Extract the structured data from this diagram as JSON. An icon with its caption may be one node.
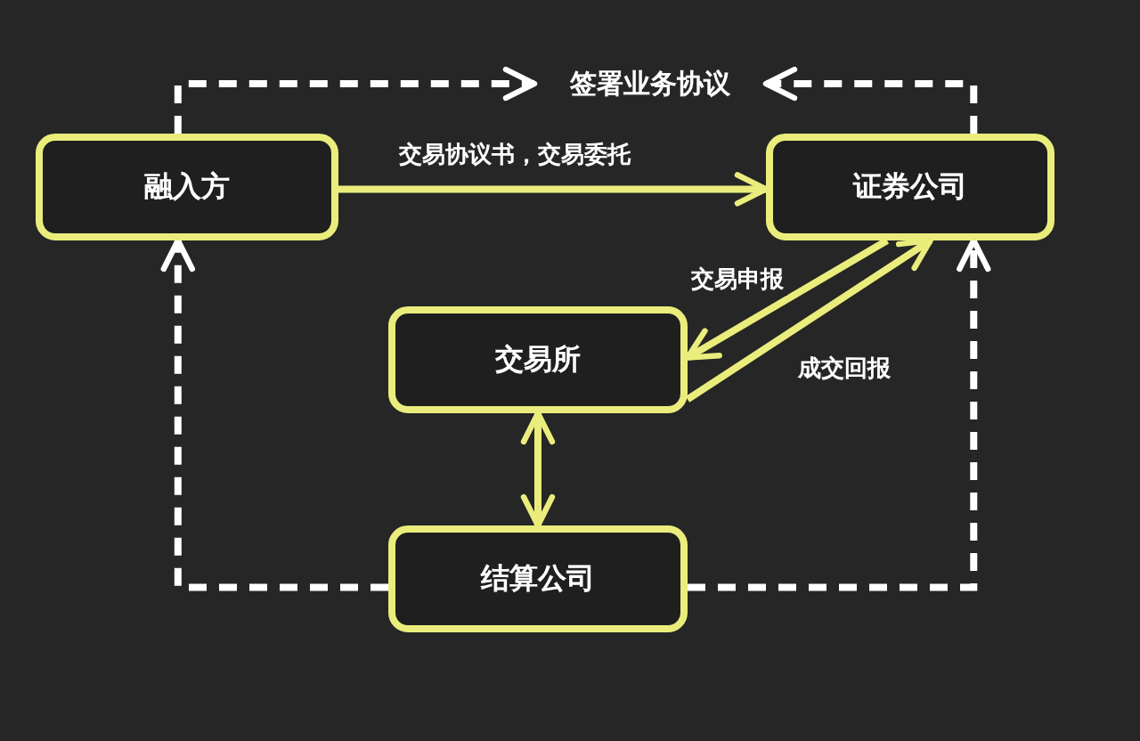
{
  "diagram": {
    "nodes": [
      {
        "text": [
          "融入方"
        ]
      },
      {
        "text": [
          "证券公司"
        ]
      },
      {
        "text": [
          "交易所"
        ]
      },
      {
        "text": [
          "结算公司"
        ]
      },
      {
        "text": [
          "签署业务协议"
        ]
      }
    ],
    "edges": [
      {
        "from": 0,
        "to": 4,
        "arrow": "to",
        "style": "dashed",
        "color": "#ffffff"
      },
      {
        "from": 1,
        "to": 4,
        "arrow": "to",
        "style": "dashed",
        "color": "#ffffff"
      },
      {
        "from": 0,
        "to": 1,
        "arrow": "to",
        "label": "交易协议书，交易委托",
        "color": "#eaed7c"
      },
      {
        "from": 1,
        "to": 2,
        "arrow": "to",
        "label": "交易申报",
        "color": "#eaed7c"
      },
      {
        "from": 2,
        "to": 1,
        "arrow": "to",
        "label": "成交回报",
        "color": "#eaed7c"
      },
      {
        "from": 2,
        "to": 3,
        "arrow": "both",
        "color": "#eaed7c"
      },
      {
        "from": 3,
        "to": 0,
        "arrow": "to",
        "style": "dashed",
        "color": "#ffffff"
      },
      {
        "from": 3,
        "to": 1,
        "arrow": "to",
        "style": "dashed",
        "color": "#ffffff"
      }
    ]
  }
}
